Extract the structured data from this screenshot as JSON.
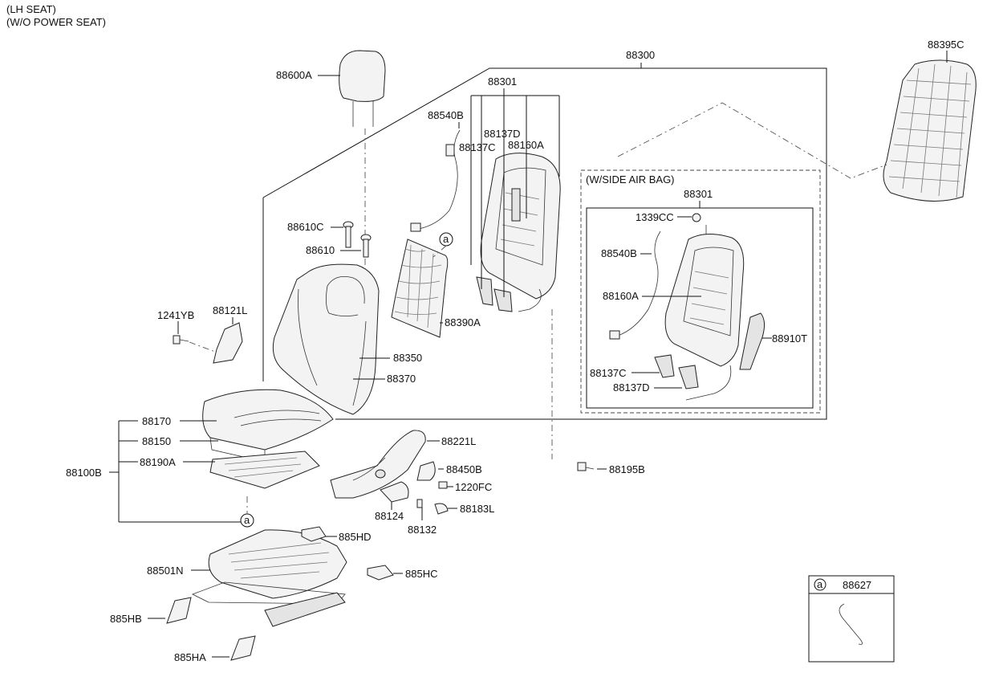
{
  "header": {
    "line1": "(LH SEAT)",
    "line2": "(W/O POWER SEAT)"
  },
  "labels": {
    "p88300": "88300",
    "p88395C": "88395C",
    "p88600A": "88600A",
    "p88301": "88301",
    "p88540B": "88540B",
    "p88137D": "88137D",
    "p88137C": "88137C",
    "p88160A": "88160A",
    "p88610C": "88610C",
    "p88610": "88610",
    "p88390A": "88390A",
    "p1241YB": "1241YB",
    "p88121L": "88121L",
    "p88350": "88350",
    "p88370": "88370",
    "p88170": "88170",
    "p88150": "88150",
    "p88190A": "88190A",
    "p88100B": "88100B",
    "p88221L": "88221L",
    "p88450B": "88450B",
    "p1220FC": "1220FC",
    "p88124": "88124",
    "p88183L": "88183L",
    "p88132": "88132",
    "p88195B": "88195B",
    "p885HD": "885HD",
    "p885HC": "885HC",
    "p88501N": "88501N",
    "p885HB": "885HB",
    "p885HA": "885HA",
    "refA1": "a",
    "refA2": "a"
  },
  "airbag_box": {
    "title": "(W/SIDE AIR BAG)",
    "p88301": "88301",
    "p1339CC": "1339CC",
    "p88540B": "88540B",
    "p88160A": "88160A",
    "p88910T": "88910T",
    "p88137C": "88137C",
    "p88137D": "88137D"
  },
  "legend_box": {
    "ref": "a",
    "part": "88627"
  }
}
